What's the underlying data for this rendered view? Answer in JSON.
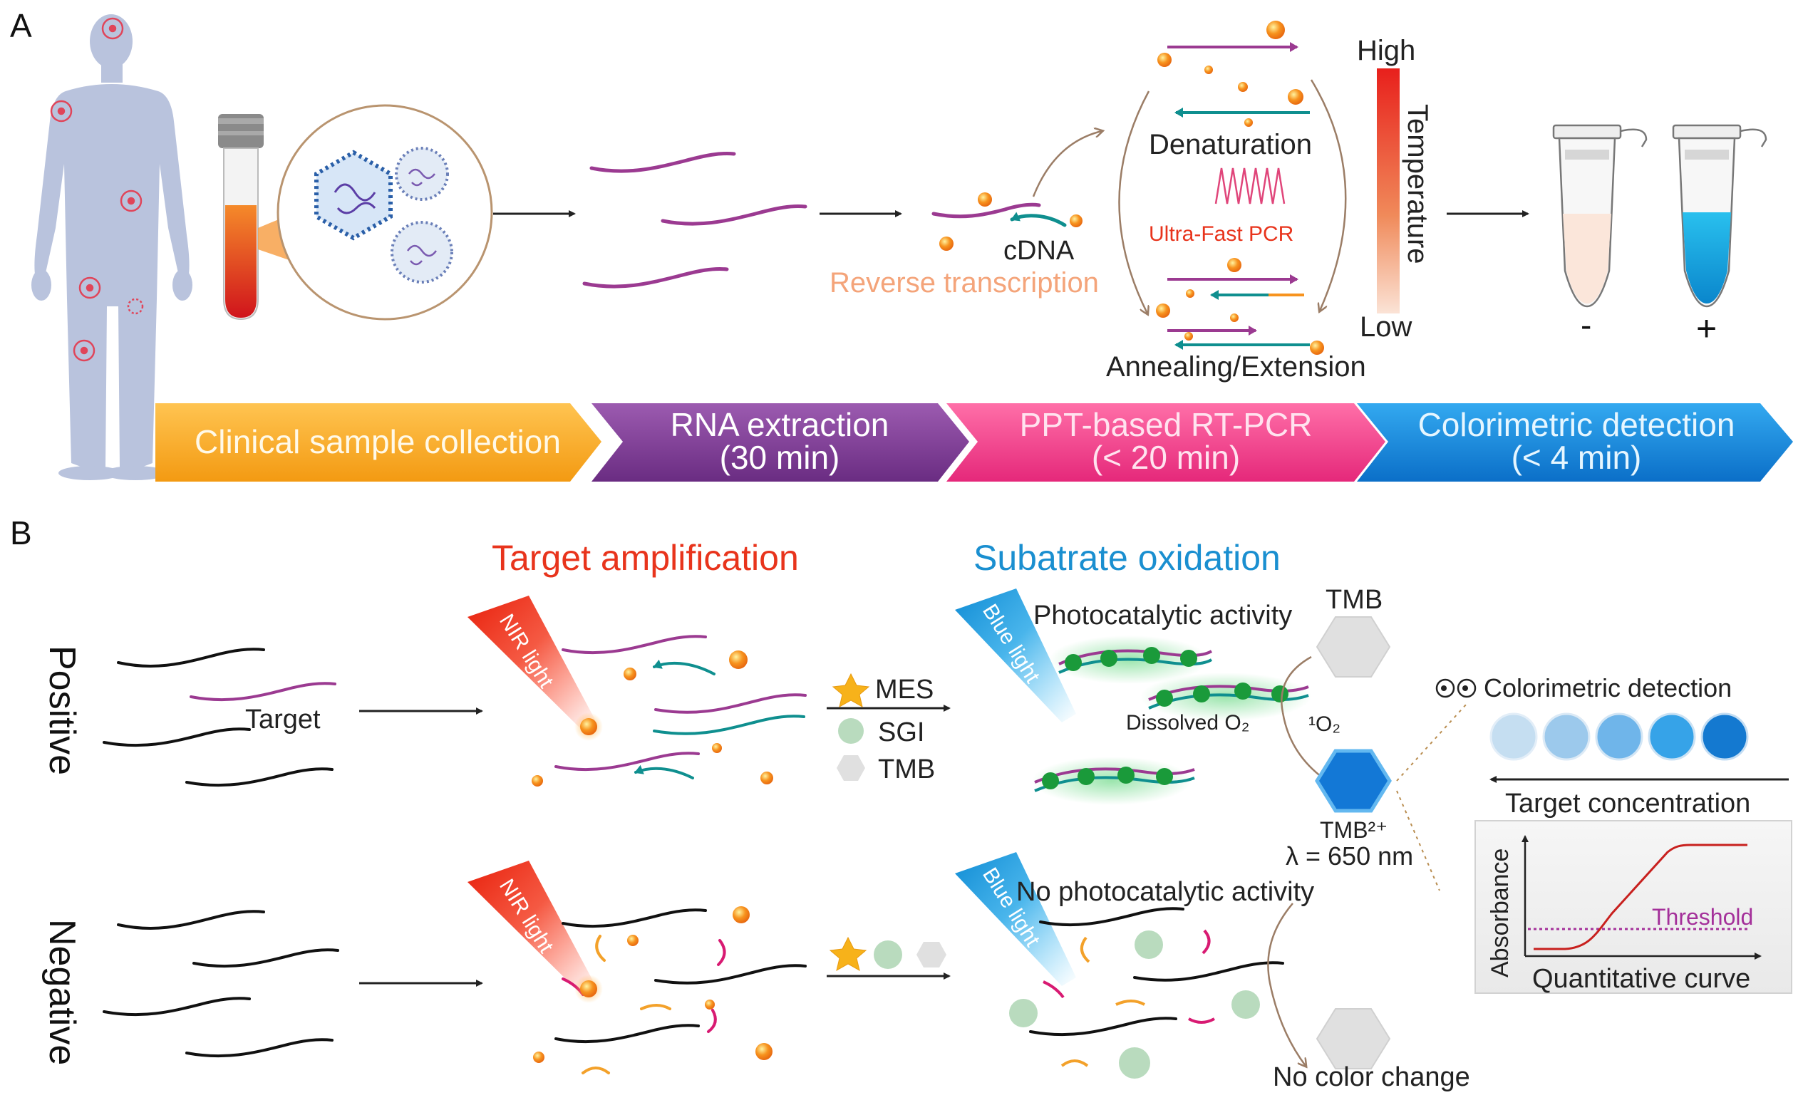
{
  "panel_a": {
    "letter": "A",
    "cdna_label": "cDNA",
    "rt_label": "Reverse transcription",
    "denaturation": "Denaturation",
    "ultrafast_pcr": "Ultra-Fast PCR",
    "annealing": "Annealing/Extension",
    "temp_high": "High",
    "temp_low": "Low",
    "temp_axis": "Temperature",
    "tube_negative": "-",
    "tube_positive": "+",
    "steps": [
      {
        "line1": "Clinical sample collection",
        "line2": ""
      },
      {
        "line1": "RNA extraction",
        "line2": "(30 min)"
      },
      {
        "line1": "PPT-based RT-PCR",
        "line2": "(< 20 min)"
      },
      {
        "line1": "Colorimetric detection",
        "line2": "(< 4 min)"
      }
    ]
  },
  "panel_b": {
    "letter": "B",
    "title_amplification": "Target amplification",
    "title_oxidation": "Subatrate oxidation",
    "row_positive": "Positive",
    "row_negative": "Negative",
    "target_label": "Target",
    "nir_light": "NIR light",
    "blue_light": "Blue light",
    "legend_mes": "MES",
    "legend_sgi": "SGI",
    "legend_tmb": "TMB",
    "photocatalytic": "Photocatalytic activity",
    "tmb_top": "TMB",
    "dissolved_o2": "Dissolved O₂",
    "singlet_o2": "¹O₂",
    "tmb2": "TMB²⁺",
    "lambda": "λ = 650 nm",
    "no_photocatalytic": "No photocatalytic activity",
    "no_color_change": "No color change",
    "colorimetric_detection": "Colorimetric detection",
    "target_concentration": "Target concentration",
    "absorbance": "Absorbance",
    "threshold": "Threshold",
    "quantitative_curve": "Quantitative curve"
  },
  "colors": {
    "rna": "#9b3a91",
    "cdna": "#0f8f8f",
    "np": "#f7931e",
    "step1": "#f6a21c",
    "step2": "#7b3a92",
    "step3": "#ee3d8a",
    "step4": "#1e88e5",
    "red_title": "#e8341c",
    "blue_title": "#1a8fd0"
  }
}
